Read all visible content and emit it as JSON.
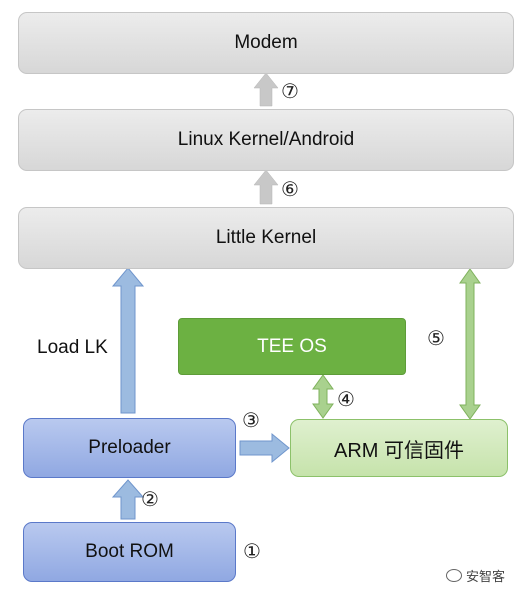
{
  "boxes": {
    "modem": "Modem",
    "linux_kernel": "Linux Kernel/Android",
    "little_kernel": "Little Kernel",
    "tee_os": "TEE OS",
    "preloader": "Preloader",
    "arm_firmware": "ARM 可信固件",
    "boot_rom": "Boot ROM"
  },
  "labels": {
    "load_lk": "Load LK"
  },
  "steps": {
    "s1": "①",
    "s2": "②",
    "s3": "③",
    "s4": "④",
    "s5": "⑤",
    "s6": "⑥",
    "s7": "⑦"
  },
  "watermark": "安智客",
  "colors": {
    "grey_arrow": "#c8c8c8",
    "blue_arrow": "#9cbbe0",
    "green_arrow": "#a9d18e"
  }
}
